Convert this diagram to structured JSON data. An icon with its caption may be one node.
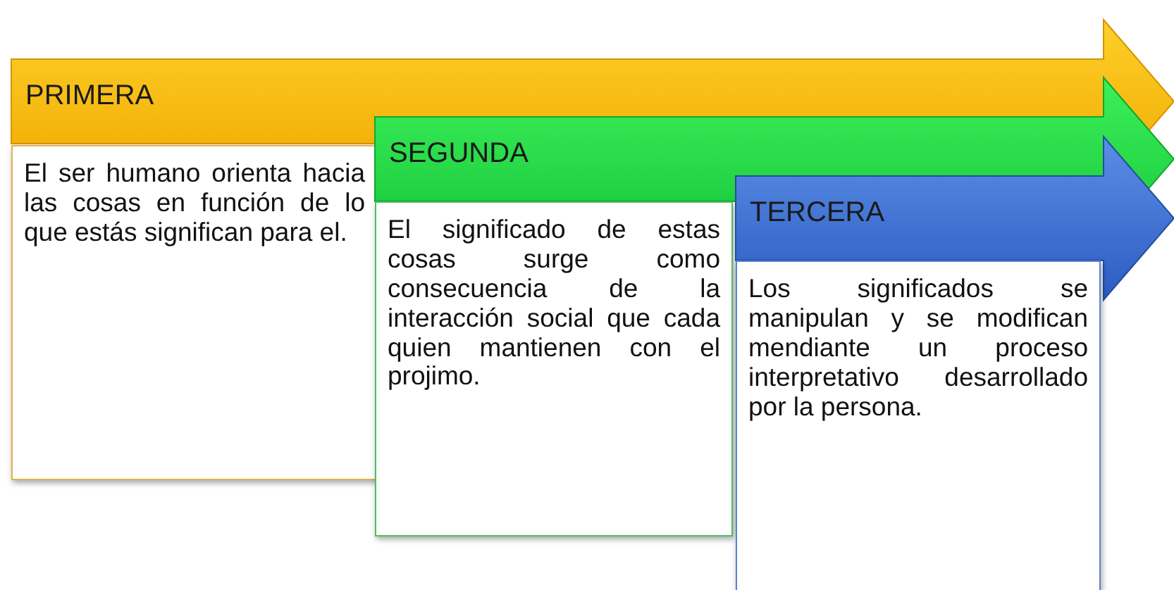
{
  "diagram": {
    "nodes": [
      {
        "text": [
          "PRIMERA"
        ]
      },
      {
        "text": [
          "El ser humano orienta hacia las cosas en función de lo que estás significan para el."
        ]
      },
      {
        "text": [
          "SEGUNDA"
        ]
      },
      {
        "text": [
          "El significado de estas cosas surge como consecuencia de la interacción social que cada quien mantienen con el projimo."
        ]
      },
      {
        "text": [
          "TERCERA"
        ]
      },
      {
        "text": [
          "Los significados se manipulan y se modifican mendiante un proceso interpretativo desarrollado por la persona."
        ]
      }
    ]
  }
}
